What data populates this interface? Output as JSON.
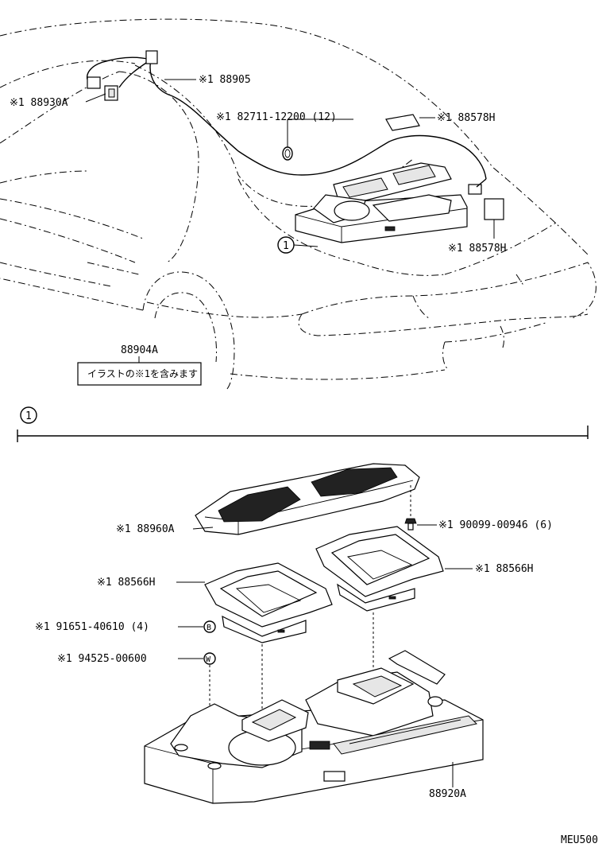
{
  "labels": {
    "harness_88905": "※1  88905",
    "sensor_88930a": "※1  88930A",
    "clamp_82711": "※1  82711-12200 (12)",
    "label_88578h_top": "※1  88578H",
    "label_88578h_right": "※1  88578H",
    "assy_88904a": "88904A",
    "note_jp": "イラストの※1を含みます",
    "callout_num": "1",
    "grille_88960a": "※1  88960A",
    "screw_90099": "※1  90099-00946 (6)",
    "bezel_88566h_left": "※1  88566H",
    "bezel_88566h_right": "※1  88566H",
    "bolt_91651": "※1  91651-40610 (4)",
    "bolt_symbol": "B",
    "washer_94525": "※1  94525-00600",
    "washer_symbol": "W",
    "case_88920a": "88920A",
    "figure_code": "MEU500"
  }
}
